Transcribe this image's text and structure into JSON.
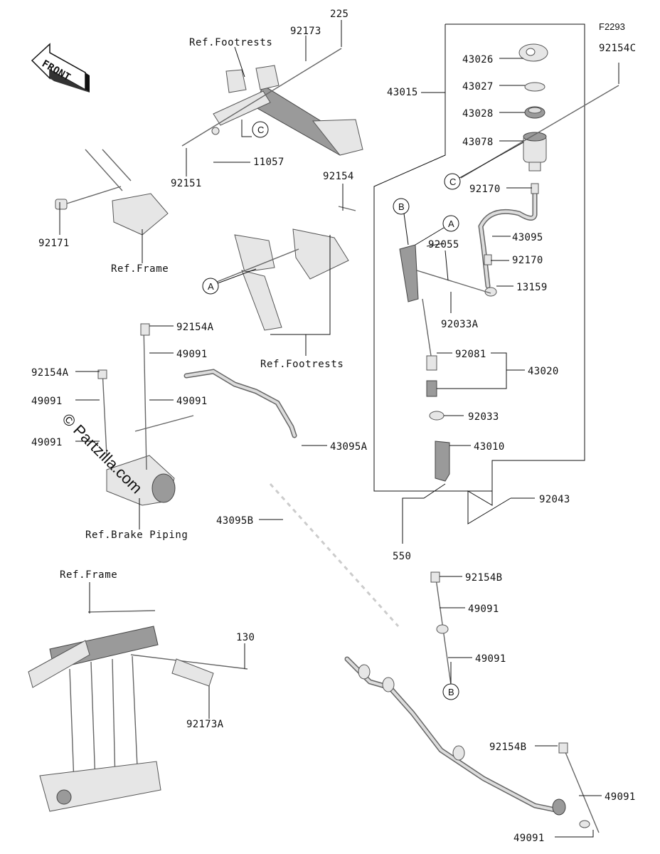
{
  "diagram_code": "F2293",
  "front_arrow": "FRONT",
  "watermark": "© Partzilla.com",
  "refs": {
    "footrests_top": "Ref.Footrests",
    "footrests_mid": "Ref.Footrests",
    "frame_top": "Ref.Frame",
    "frame_bottom": "Ref.Frame",
    "brake_piping": "Ref.Brake Piping"
  },
  "callouts": {
    "a1": "A",
    "a2": "A",
    "b1": "B",
    "b2": "B",
    "c1": "C",
    "c2": "C"
  },
  "parts": {
    "p225": "225",
    "p92173": "92173",
    "p92151": "92151",
    "p11057": "11057",
    "p92154": "92154",
    "p92171": "92171",
    "p43015": "43015",
    "p43026": "43026",
    "p43027": "43027",
    "p43028": "43028",
    "p43078": "43078",
    "p92154C": "92154C",
    "p92170a": "92170",
    "p43095": "43095",
    "p92170b": "92170",
    "p92055": "92055",
    "p13159": "13159",
    "p92033A": "92033A",
    "p92081": "92081",
    "p43020": "43020",
    "p92033": "92033",
    "p43010": "43010",
    "p92043": "92043",
    "p550": "550",
    "p92154A_a": "92154A",
    "p49091_a": "49091",
    "p49091_b": "49091",
    "p92154A_b": "92154A",
    "p49091_c": "49091",
    "p49091_d": "49091",
    "p43095A": "43095A",
    "p43095B": "43095B",
    "p92154B_a": "92154B",
    "p49091_e": "49091",
    "p49091_f": "49091",
    "p130": "130",
    "p92173A": "92173A",
    "p92154B_b": "92154B",
    "p49091_g": "49091",
    "p49091_h": "49091"
  }
}
